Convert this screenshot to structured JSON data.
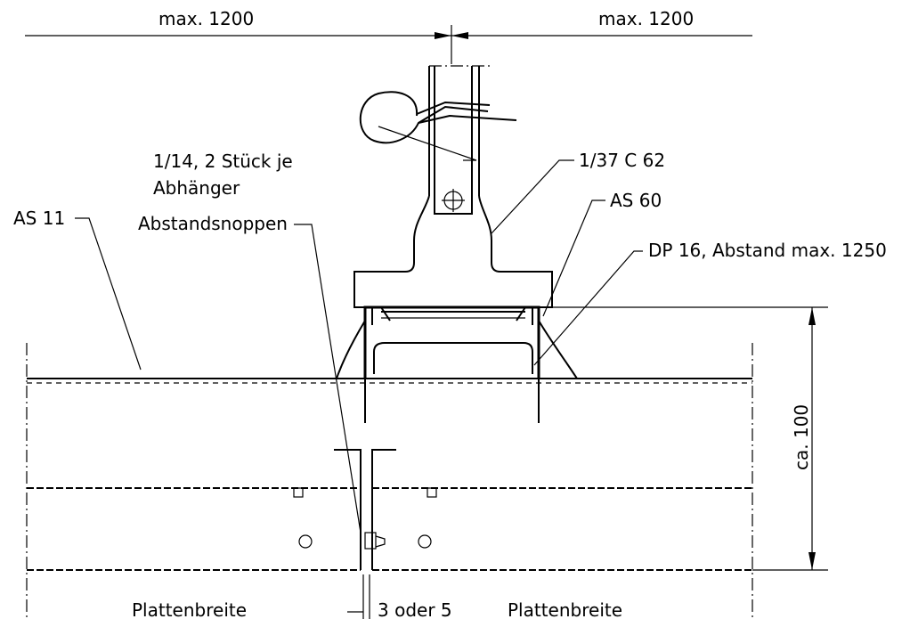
{
  "labels": {
    "dim_left": "max. 1200",
    "dim_right": "max. 1200",
    "pin": "1/14, 2 Stück je",
    "pin_line2": "Abhänger",
    "hanger": "1/37 C 62",
    "as60": "AS 60",
    "as11": "AS 11",
    "spacer": "Abstandsnoppen",
    "dp16": "DP 16, Abstand max. 1250",
    "height": "ca. 100",
    "gap": "3 oder 5",
    "panel_left": "Plattenbreite",
    "panel_right": "Plattenbreite"
  }
}
